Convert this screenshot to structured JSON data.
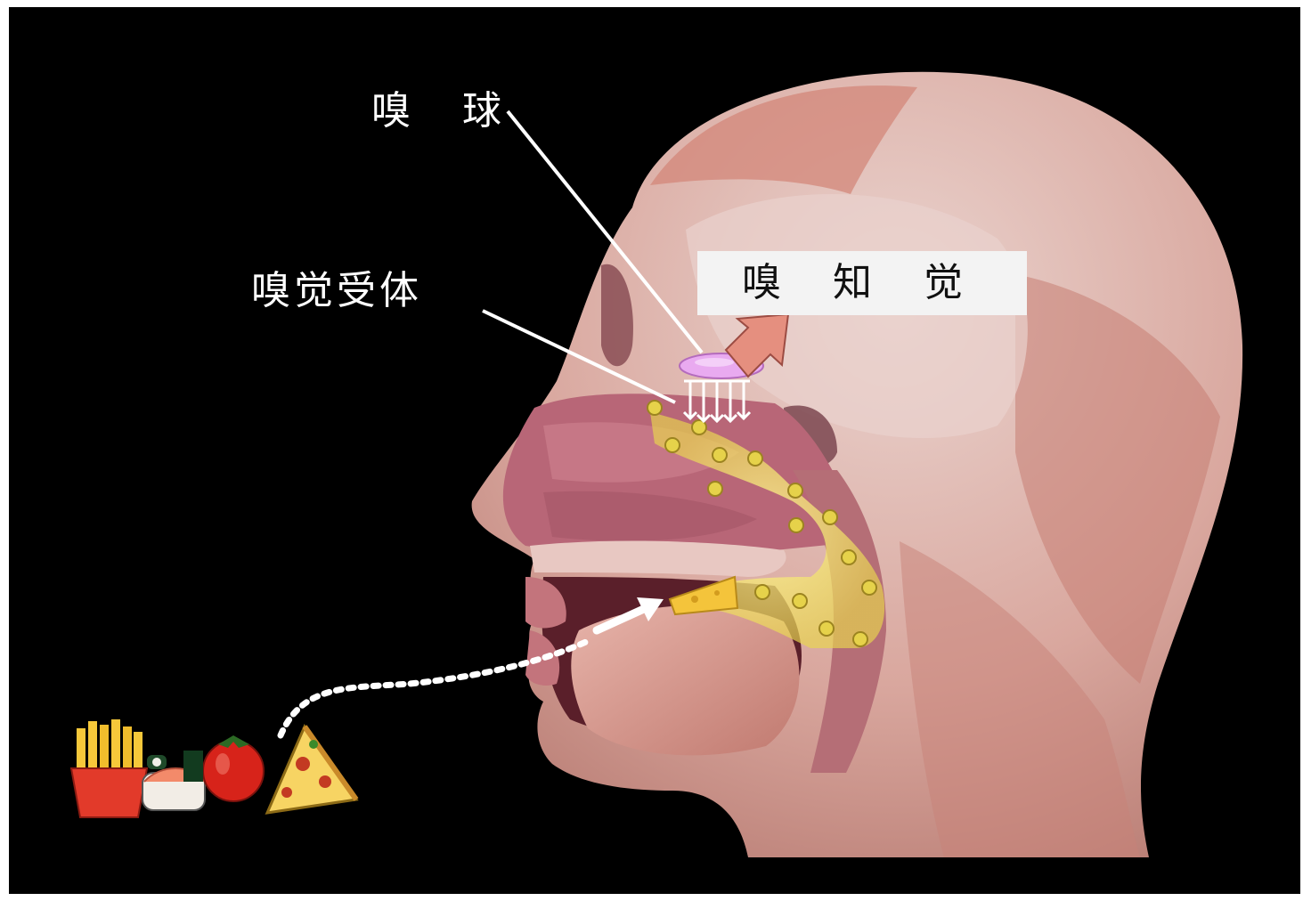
{
  "labels": {
    "olfactory_bulb": "嗅 球",
    "olfactory_receptor": "嗅觉受体",
    "olfactory_perception": "嗅 知 觉"
  },
  "colors": {
    "background": "#000000",
    "skin": "#d9a79e",
    "muscle": "#c8776d",
    "nasal_cavity": "#b86677",
    "odor_path": "#f1e66a",
    "odor_molecule": "#c9b233",
    "bulb": "#e7a8ec",
    "perception_arrow": "#e58f7f",
    "label_box": "#f3f3f3",
    "label_text": "#ffffff"
  },
  "icons": [
    "french-fries-icon",
    "sushi-icon",
    "tomato-icon",
    "pizza-slice-icon",
    "cheese-icon"
  ]
}
